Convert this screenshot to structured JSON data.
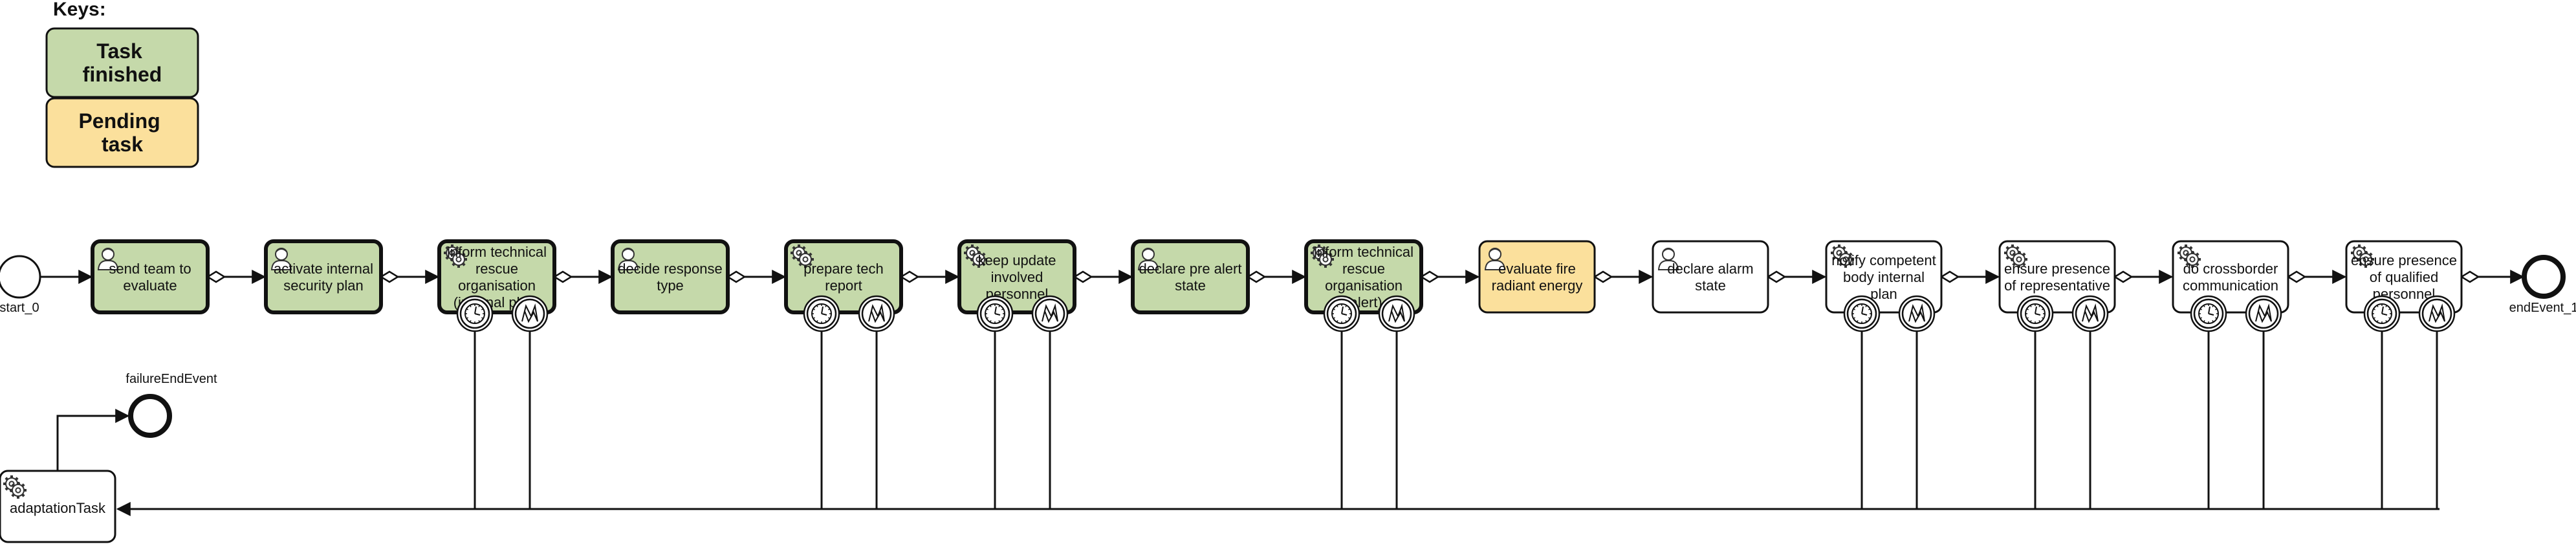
{
  "legend": {
    "title": "Keys:",
    "items": [
      {
        "label": [
          "Task",
          "finished"
        ],
        "color": "#c5d9aa"
      },
      {
        "label": [
          "Pending",
          "task"
        ],
        "color": "#fbe09c"
      }
    ]
  },
  "colors": {
    "finished": "#c5d9aa",
    "pending": "#fbe09c",
    "default": "#ffffff",
    "stroke": "#111111"
  },
  "start_event": {
    "label": "start_0"
  },
  "end_event": {
    "label": "endEvent_1"
  },
  "failure_end_event": {
    "label": "failureEndEvent"
  },
  "adaptation_task": {
    "label": [
      "adaptationTask"
    ],
    "icon": "gear-icon"
  },
  "tasks": [
    {
      "id": "t1",
      "label": [
        "send team to",
        "evaluate"
      ],
      "icon": "user-icon",
      "status": "finished",
      "boundary": []
    },
    {
      "id": "t2",
      "label": [
        "activate internal",
        "security plan"
      ],
      "icon": "user-icon",
      "status": "finished",
      "boundary": []
    },
    {
      "id": "t3",
      "label": [
        "inform technical",
        "rescue",
        "organisation",
        "(internal plan)"
      ],
      "icon": "gear-icon",
      "status": "finished",
      "boundary": [
        "timer",
        "error"
      ]
    },
    {
      "id": "t4",
      "label": [
        "decide response",
        "type"
      ],
      "icon": "user-icon",
      "status": "finished",
      "boundary": []
    },
    {
      "id": "t5",
      "label": [
        "prepare tech",
        "report"
      ],
      "icon": "gear-icon",
      "status": "finished",
      "boundary": [
        "timer",
        "error"
      ]
    },
    {
      "id": "t6",
      "label": [
        "keep update",
        "involved",
        "personnel"
      ],
      "icon": "gear-icon",
      "status": "finished",
      "boundary": [
        "timer",
        "error"
      ]
    },
    {
      "id": "t7",
      "label": [
        "declare pre alert",
        "state"
      ],
      "icon": "user-icon",
      "status": "finished",
      "boundary": []
    },
    {
      "id": "t8",
      "label": [
        "inform technical",
        "rescue",
        "organisation",
        "(alert)"
      ],
      "icon": "gear-icon",
      "status": "finished",
      "boundary": [
        "timer",
        "error"
      ]
    },
    {
      "id": "t9",
      "label": [
        "evaluate fire",
        "radiant energy"
      ],
      "icon": "user-icon",
      "status": "pending",
      "boundary": []
    },
    {
      "id": "t10",
      "label": [
        "declare alarm",
        "state"
      ],
      "icon": "user-icon",
      "status": "default",
      "boundary": []
    },
    {
      "id": "t11",
      "label": [
        "notify competent",
        "body internal",
        "plan"
      ],
      "icon": "gear-icon",
      "status": "default",
      "boundary": [
        "timer",
        "error"
      ]
    },
    {
      "id": "t12",
      "label": [
        "ensure presence",
        "of representative"
      ],
      "icon": "gear-icon",
      "status": "default",
      "boundary": [
        "timer",
        "error"
      ]
    },
    {
      "id": "t13",
      "label": [
        "do crossborder",
        "communication"
      ],
      "icon": "gear-icon",
      "status": "default",
      "boundary": [
        "timer",
        "error"
      ]
    },
    {
      "id": "t14",
      "label": [
        "ensure presence",
        "of qualified",
        "personnel"
      ],
      "icon": "gear-icon",
      "status": "default",
      "boundary": [
        "timer",
        "error"
      ]
    }
  ]
}
